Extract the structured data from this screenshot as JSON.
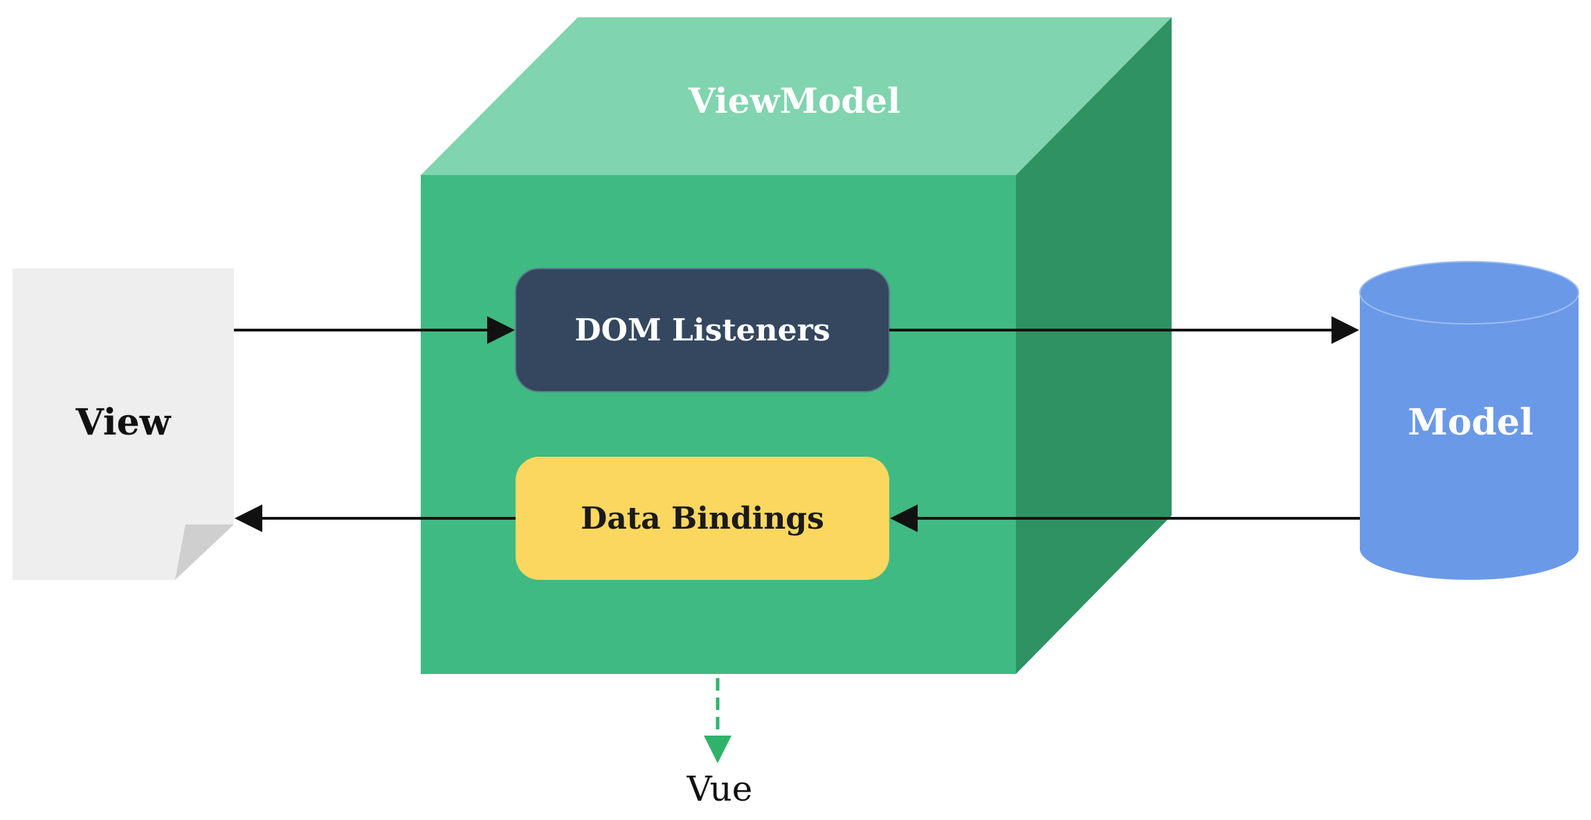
{
  "view": {
    "label": "View"
  },
  "viewmodel": {
    "title": "ViewModel",
    "dom_listeners": "DOM Listeners",
    "data_bindings": "Data Bindings"
  },
  "model": {
    "label": "Model"
  },
  "framework": {
    "label": "Vue"
  },
  "colors": {
    "cube_front": "#3fba82",
    "cube_top": "#80d4ae",
    "cube_side": "#2e9263",
    "dom_box": "#34475f",
    "data_box": "#fcd760",
    "view_doc": "#eeeeee",
    "view_fold": "#cfcfcf",
    "model_body": "#6a99e8",
    "arrow": "#111111",
    "vue_arrow": "#2fb36b"
  }
}
